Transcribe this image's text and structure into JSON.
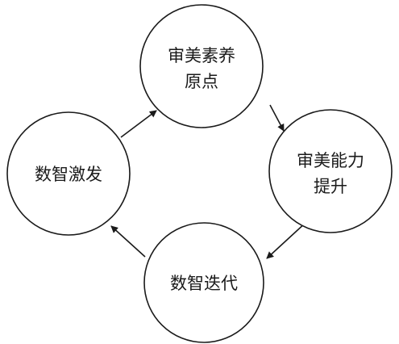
{
  "diagram": {
    "nodes": [
      {
        "id": "aesthetic-origin",
        "lines": [
          "审美素养",
          "原点"
        ]
      },
      {
        "id": "aesthetic-ability",
        "lines": [
          "审美能力",
          "提升"
        ]
      },
      {
        "id": "digital-iteration",
        "lines": [
          "数智迭代"
        ]
      },
      {
        "id": "digital-stimulation",
        "lines": [
          "数智激发"
        ]
      }
    ],
    "edges": [
      {
        "from": "aesthetic-origin",
        "to": "aesthetic-ability"
      },
      {
        "from": "aesthetic-ability",
        "to": "digital-iteration"
      },
      {
        "from": "digital-iteration",
        "to": "digital-stimulation"
      },
      {
        "from": "digital-stimulation",
        "to": "aesthetic-origin"
      }
    ],
    "line_color": "#1a1a1a"
  }
}
